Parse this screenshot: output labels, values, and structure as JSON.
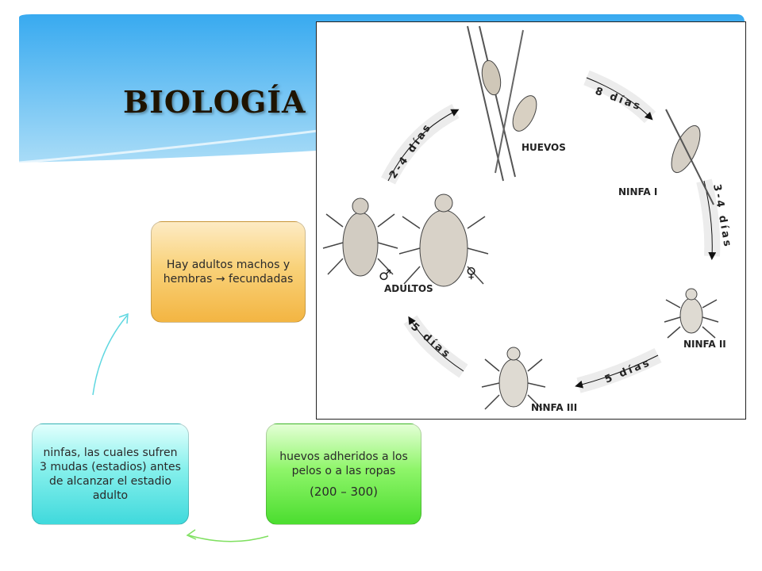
{
  "title": "BIOLOGÍA",
  "cycle": {
    "top_box": "Hay adultos machos y hembras → fecundadas",
    "right_box_line1": "huevos adheridos a los pelos o a las ropas",
    "right_box_line2": "(200 – 300)",
    "left_box": "ninfas, las cuales sufren 3 mudas (estadios) antes de alcanzar el estadio adulto"
  },
  "diagram": {
    "stage_eggs": "HUEVOS",
    "stage_nymph1": "NINFA I",
    "stage_nymph2": "NINFA II",
    "stage_nymph3": "NINFA III",
    "stage_adults": "ADULTOS",
    "male_symbol": "♂",
    "female_symbol": "♀",
    "dur_eggs_to_n1": "8 días",
    "dur_n1_to_n2": "3-4 días",
    "dur_n2_to_n3": "5 días",
    "dur_n3_to_adults": "5 días",
    "dur_adults_to_eggs": "2-4 días"
  },
  "colors": {
    "header_blue": "#2a9fe6",
    "top_box": "#f3b542",
    "right_box": "#4bdd2f",
    "left_box": "#3fd9dc"
  }
}
